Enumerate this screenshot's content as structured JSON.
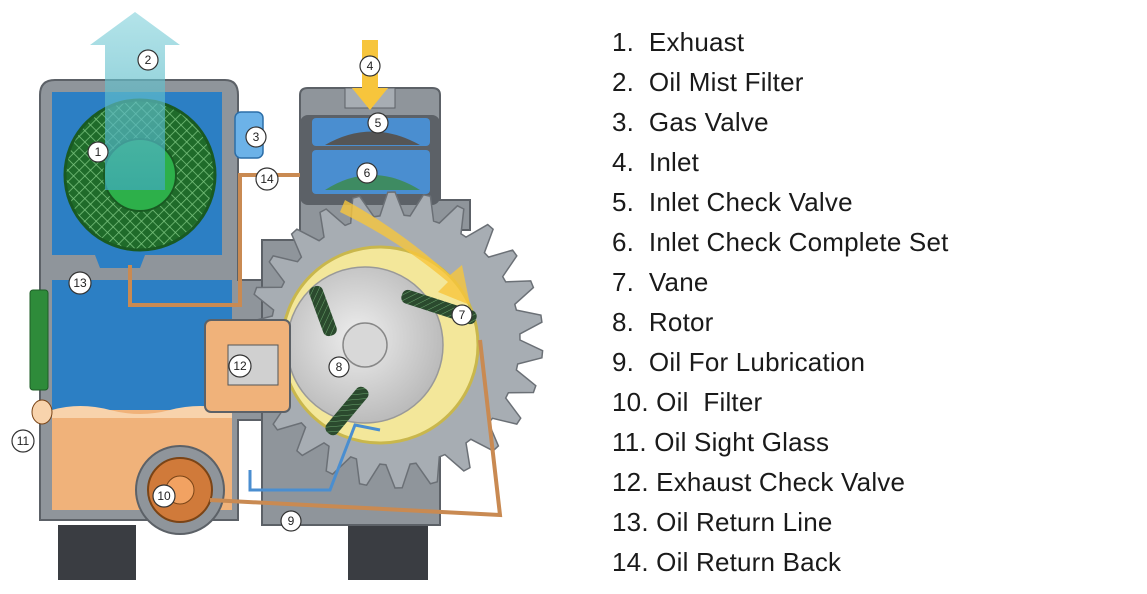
{
  "legend": [
    "1.  Exhuast",
    "2.  Oil Mist Filter",
    "3.  Gas Valve",
    "4.  Inlet",
    "5.  Inlet Check Valve",
    "6.  Inlet Check Complete Set",
    "7.  Vane",
    "8.  Rotor",
    "9.  Oil For Lubrication",
    "10. Oil  Filter",
    "11. Oil Sight Glass",
    "12. Exhaust Check Valve",
    "13. Oil Return Line",
    "14. Oil Return Back"
  ],
  "callouts": [
    "1",
    "2",
    "3",
    "4",
    "5",
    "6",
    "7",
    "8",
    "9",
    "10",
    "11",
    "12",
    "13",
    "14"
  ],
  "colors": {
    "housing": "#8f959b",
    "housing_dark": "#5c6167",
    "oil_mist": "#2c7fc4",
    "oil": "#f0b27a",
    "oil_light": "#f8d3ac",
    "rotor_yellow": "#f3e79a",
    "filter_green": "#2e8b3a",
    "arrow_blue": "#3ea9b8",
    "arrow_orange": "#f0a042",
    "inlet_yellow": "#f7c53c"
  }
}
